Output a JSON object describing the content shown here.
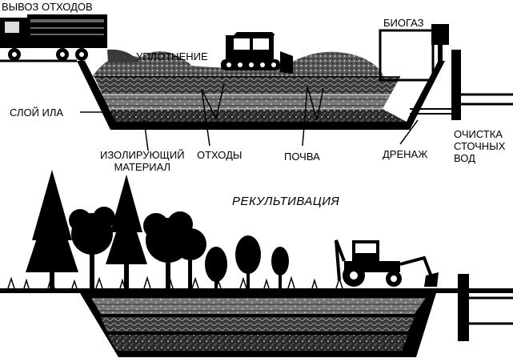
{
  "labels": {
    "waste_removal": "ВЫВОЗ ОТХОДОВ",
    "biogas": "БИОГАЗ",
    "compaction": "УПЛОТНЕНИЕ",
    "sludge_layer": "СЛОЙ ИЛА",
    "insulating_material": "ИЗОЛИРУЮЩИЙ\nМАТЕРИАЛ",
    "waste": "ОТХОДЫ",
    "soil": "ПОЧВА",
    "drainage": "ДРЕНАЖ",
    "wastewater_treatment": "ОЧИСТКА\nСТОЧНЫХ\nВОД",
    "recultivation": "РЕКУЛЬТИВАЦИЯ"
  },
  "icons": {
    "truck": "dump-truck-icon",
    "bulldozer": "bulldozer-icon",
    "tractor": "tractor-excavator-icon",
    "trees": "tree-icon"
  },
  "colors": {
    "ink": "#000000",
    "paper": "#ffffff",
    "layer_dark": "#1a1a1a",
    "layer_mid": "#555555",
    "layer_light": "#9a9a9a"
  }
}
